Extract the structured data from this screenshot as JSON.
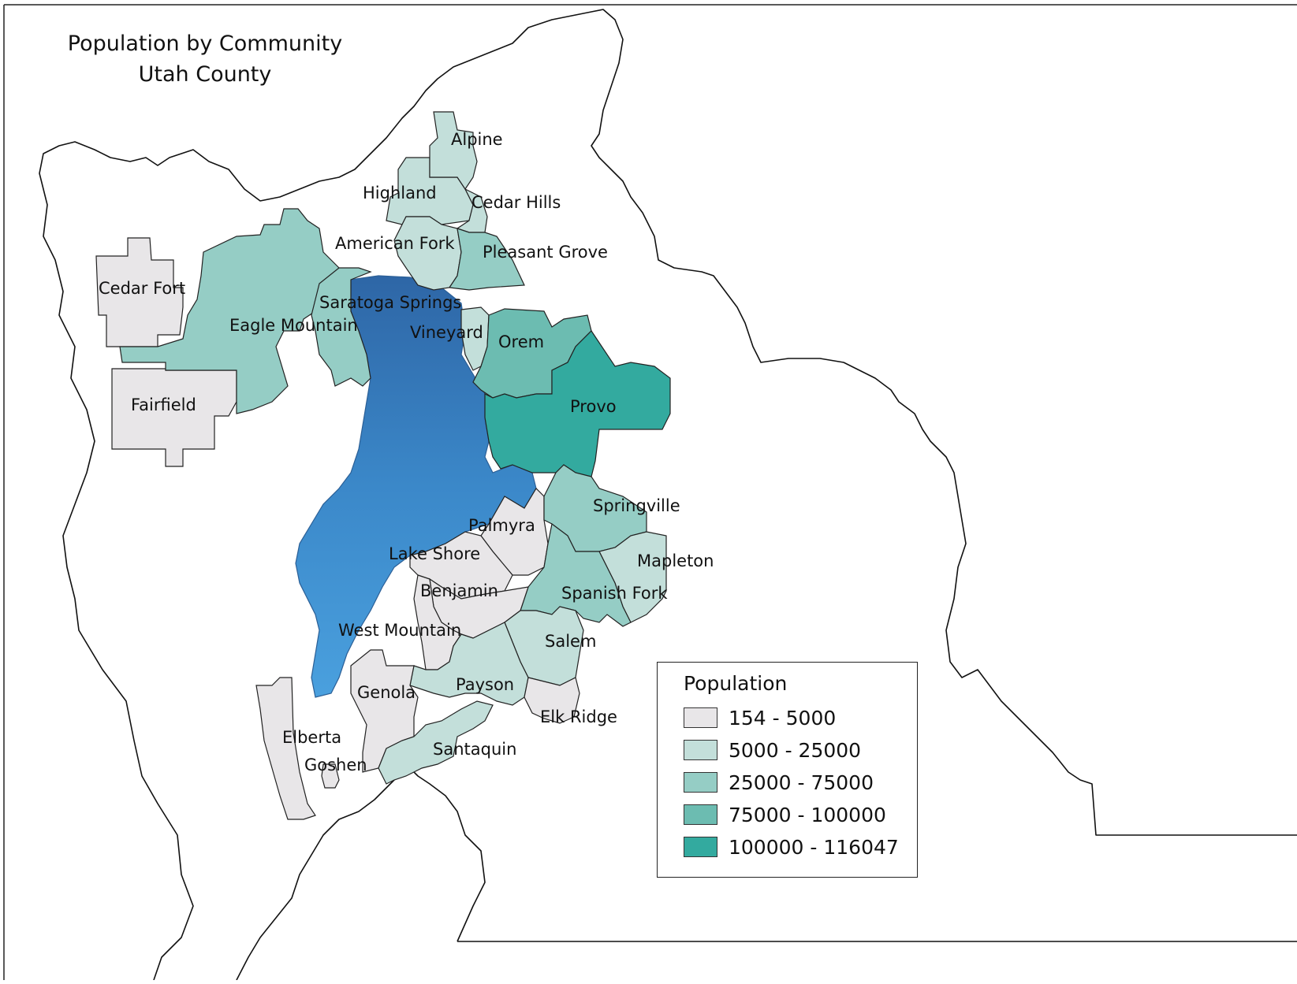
{
  "title": {
    "line1": "Population by Community",
    "line2": "Utah County"
  },
  "legend": {
    "title": "Population",
    "items": [
      {
        "label": "154 - 5000",
        "color": "#e8e6e8"
      },
      {
        "label": "5000 - 25000",
        "color": "#c3dfda"
      },
      {
        "label": "25000 - 75000",
        "color": "#95cdc5"
      },
      {
        "label": "75000 - 100000",
        "color": "#6cbcb1"
      },
      {
        "label": "100000 - 116047",
        "color": "#33aa9f"
      }
    ]
  },
  "lake_color": "#3a85c6",
  "communities": {
    "alpine": "Alpine",
    "highland": "Highland",
    "cedar_hills": "Cedar Hills",
    "american_fork": "American Fork",
    "pleasant_grove": "Pleasant Grove",
    "cedar_fort": "Cedar Fort",
    "saratoga_springs": "Saratoga Springs",
    "eagle_mountain": "Eagle Mountain",
    "vineyard": "Vineyard",
    "orem": "Orem",
    "fairfield": "Fairfield",
    "provo": "Provo",
    "springville": "Springville",
    "palmyra": "Palmyra",
    "lake_shore": "Lake Shore",
    "mapleton": "Mapleton",
    "benjamin": "Benjamin",
    "spanish_fork": "Spanish Fork",
    "west_mountain": "West Mountain",
    "salem": "Salem",
    "genola": "Genola",
    "payson": "Payson",
    "elk_ridge": "Elk Ridge",
    "elberta": "Elberta",
    "goshen": "Goshen",
    "santaquin": "Santaquin"
  }
}
